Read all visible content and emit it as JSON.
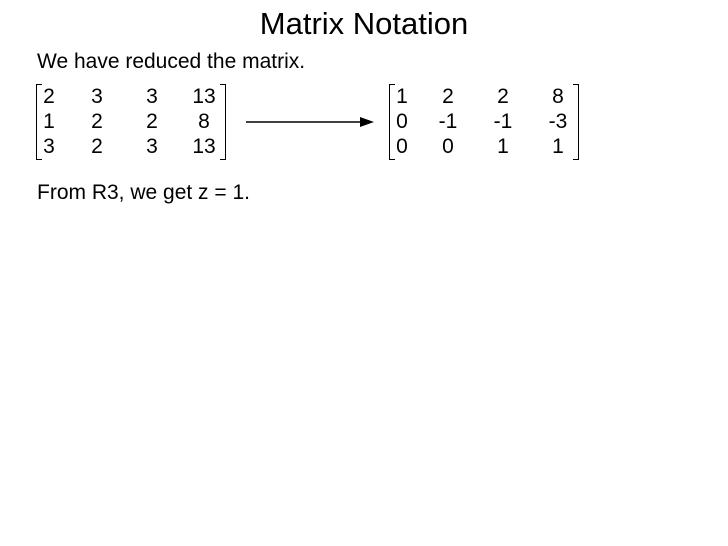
{
  "slide": {
    "title": "Matrix Notation",
    "intro": "We have reduced the matrix.",
    "conclusion": "From R3, we get z = 1."
  },
  "matrices": {
    "original": [
      [
        "2",
        "3",
        "3",
        "13"
      ],
      [
        "1",
        "2",
        "2",
        "8"
      ],
      [
        "3",
        "2",
        "3",
        "13"
      ]
    ],
    "reduced": [
      [
        "1",
        "2",
        "2",
        "8"
      ],
      [
        "0",
        "-1",
        "-1",
        "-3"
      ],
      [
        "0",
        "0",
        "1",
        "1"
      ]
    ]
  }
}
